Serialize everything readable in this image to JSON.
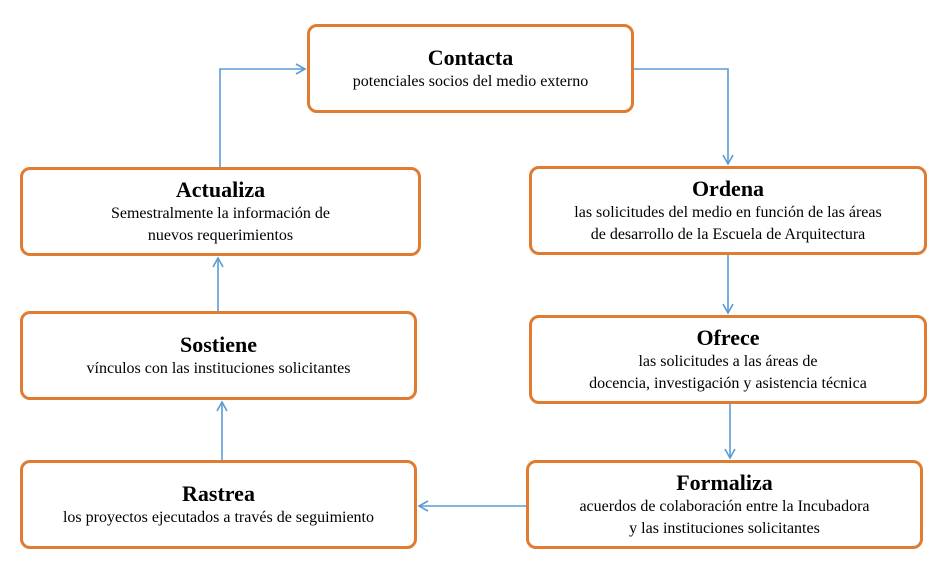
{
  "colors": {
    "box_border": "#e07b2f",
    "arrow": "#5b9bd5"
  },
  "nodes": {
    "contacta": {
      "title": "Contacta",
      "lines": [
        "potenciales socios del medio externo"
      ]
    },
    "ordena": {
      "title": "Ordena",
      "lines": [
        "las solicitudes del medio en función de las áreas",
        "de desarrollo de la Escuela de Arquitectura"
      ]
    },
    "ofrece": {
      "title": "Ofrece",
      "lines": [
        "las solicitudes a las áreas de",
        "docencia, investigación y asistencia técnica"
      ]
    },
    "formaliza": {
      "title": "Formaliza",
      "lines": [
        "acuerdos de colaboración entre la Incubadora",
        "y las instituciones solicitantes"
      ]
    },
    "rastrea": {
      "title": "Rastrea",
      "lines": [
        "los proyectos ejecutados a través de seguimiento"
      ]
    },
    "sostiene": {
      "title": "Sostiene",
      "lines": [
        "vínculos con las instituciones solicitantes"
      ]
    },
    "actualiza": {
      "title": "Actualiza",
      "lines": [
        "Semestralmente la información de",
        "nuevos requerimientos"
      ]
    }
  },
  "edges": [
    {
      "from": "contacta",
      "to": "ordena"
    },
    {
      "from": "ordena",
      "to": "ofrece"
    },
    {
      "from": "ofrece",
      "to": "formaliza"
    },
    {
      "from": "formaliza",
      "to": "rastrea"
    },
    {
      "from": "rastrea",
      "to": "sostiene"
    },
    {
      "from": "sostiene",
      "to": "actualiza"
    },
    {
      "from": "actualiza",
      "to": "contacta"
    }
  ]
}
